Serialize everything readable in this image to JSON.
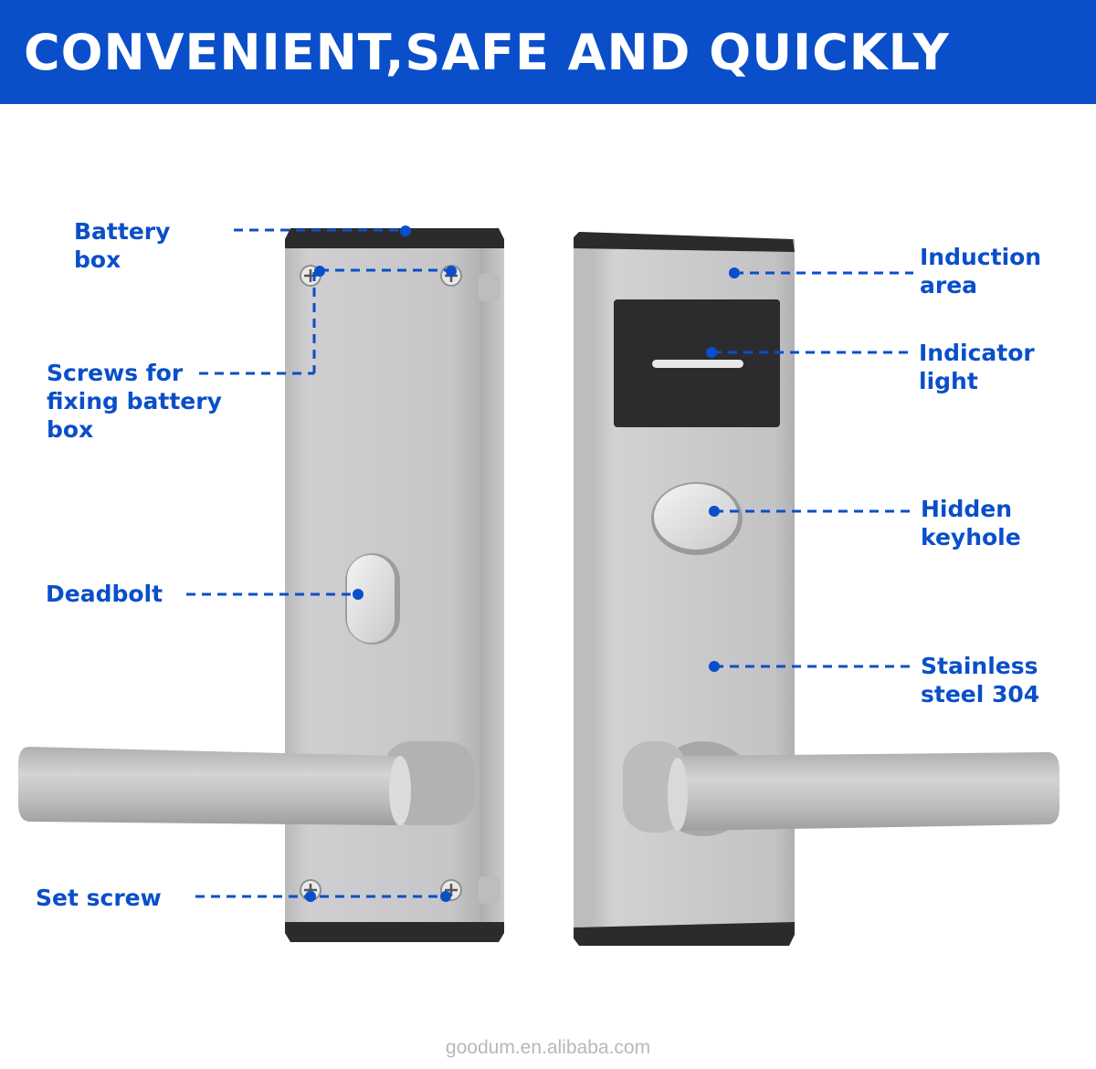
{
  "banner": {
    "title": "CONVENIENT,SAFE AND QUICKLY",
    "color": "#0a4fc9"
  },
  "labels": {
    "battery_box": [
      "Battery",
      "box"
    ],
    "screws": [
      "Screws for",
      "fixing battery",
      "box"
    ],
    "deadbolt": [
      "Deadbolt"
    ],
    "set_screw": [
      "Set screw"
    ],
    "induction_area": [
      "Induction",
      "area"
    ],
    "indicator_light": [
      "Indicator",
      "light"
    ],
    "hidden_keyhole": [
      "Hidden",
      "keyhole"
    ],
    "stainless_steel": [
      "Stainless",
      "steel 304"
    ]
  },
  "watermark": "goodum.en.alibaba.com",
  "colors": {
    "accent": "#0a4fc9",
    "steel": "#c7c7c9",
    "rubber": "#2a2a2c"
  }
}
